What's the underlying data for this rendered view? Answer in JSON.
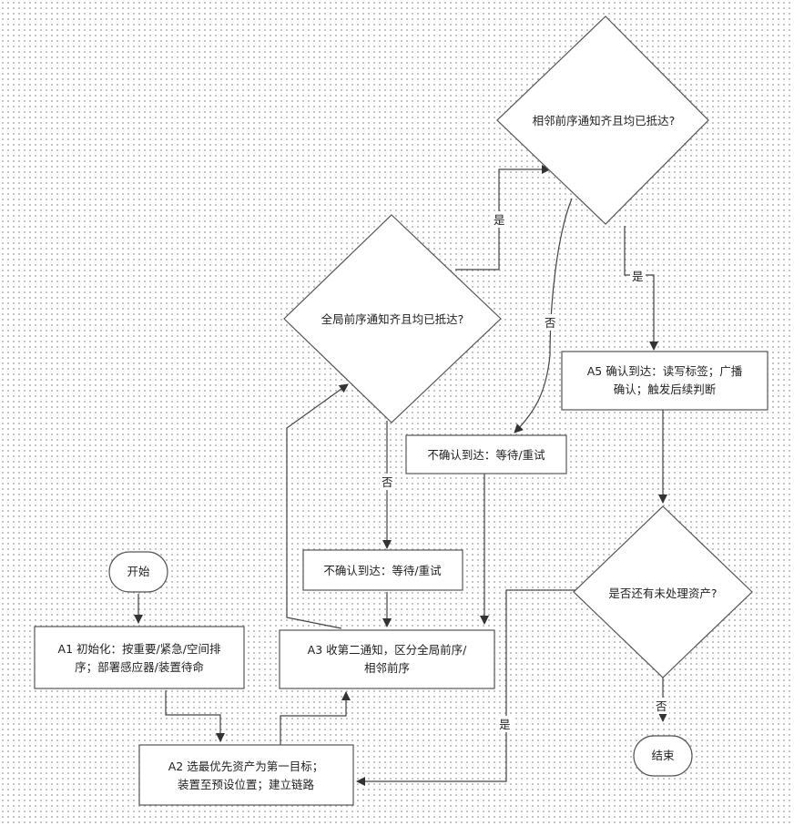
{
  "diagram": {
    "nodes": {
      "start": "开始",
      "a1_line1": "A1 初始化：按重要/紧急/空间排",
      "a1_line2": "序；部署感应器/装置待命",
      "a2_line1": "A2 选最优先资产为第一目标；",
      "a2_line2": "装置至预设位置；建立链路",
      "a3_line1": "A3 收第二通知，区分全局前序/",
      "a3_line2": "相邻前序",
      "d_global": "全局前序通知齐且均已抵达?",
      "d_adjacent": "相邻前序通知齐且均已抵达?",
      "wait_left": "不确认到达：等待/重试",
      "wait_right": "不确认到达：等待/重试",
      "a5_line1": "A5 确认到达：读写标签；广播",
      "a5_line2": "确认；触发后续判断",
      "d_remaining": "是否还有未处理资产?",
      "end": "结束"
    },
    "edge_labels": {
      "global_yes": "是",
      "global_no": "否",
      "adjacent_yes": "是",
      "adjacent_no": "否",
      "remaining_yes": "是",
      "remaining_no": "否"
    }
  }
}
